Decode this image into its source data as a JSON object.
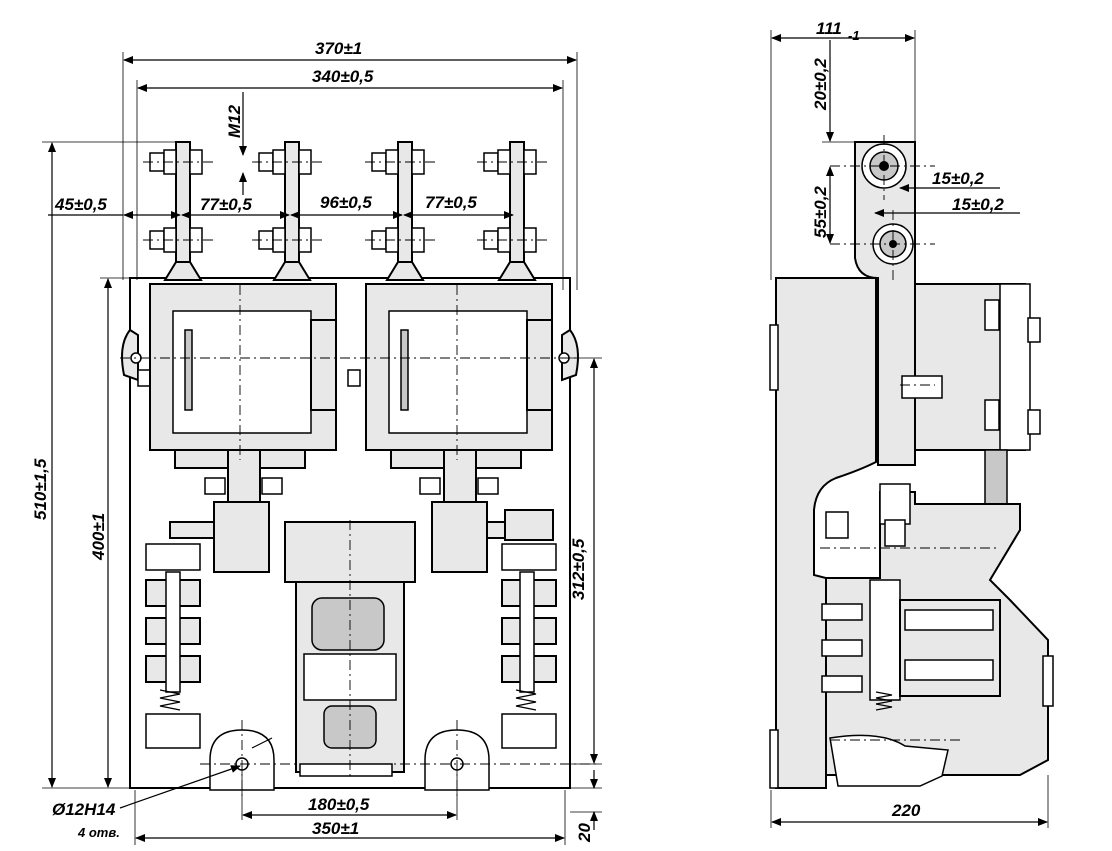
{
  "drawing": {
    "front_view": {
      "dims": {
        "overall_width": "370±1",
        "terminal_span": "340±0,5",
        "thread": "M12",
        "edge_to_first_pole": "45±0,5",
        "pole_pitch_1": "77±0,5",
        "pole_pitch_mid": "96±0,5",
        "pole_pitch_2": "77±0,5",
        "overall_height": "510±1,5",
        "base_height": "400±1",
        "mount_height": "312±0,5",
        "mount_hole_spacing": "180±0,5",
        "base_width": "350±1",
        "bottom_offset": "20",
        "hole_spec": "Ø12H14",
        "hole_count": "4 отв."
      }
    },
    "side_view": {
      "dims": {
        "top_depth": "111",
        "top_depth_tol": "-1",
        "terminal_top": "20±0,2",
        "terminal_pitch": "55±0,2",
        "offset_a": "15±0,2",
        "offset_b": "15±0,2",
        "depth": "220"
      }
    }
  }
}
